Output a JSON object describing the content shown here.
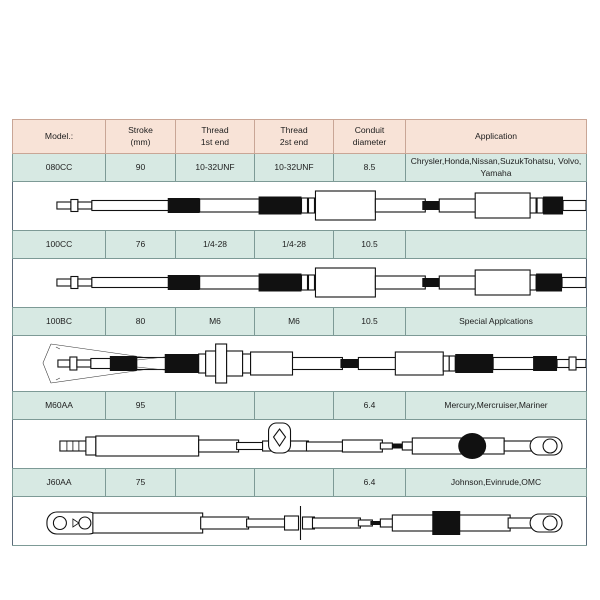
{
  "table": {
    "columns": [
      {
        "key": "model",
        "label": "Model.:",
        "label_line2": ""
      },
      {
        "key": "stroke",
        "label": "Stroke",
        "label_line2": "(mm)"
      },
      {
        "key": "thread1",
        "label": "Thread",
        "label_line2": "1st end"
      },
      {
        "key": "thread2",
        "label": "Thread",
        "label_line2": "2st end"
      },
      {
        "key": "conduit",
        "label": "Conduit",
        "label_line2": "diameter"
      },
      {
        "key": "application",
        "label": "Application",
        "label_line2": ""
      }
    ],
    "rows": [
      {
        "model": "080CC",
        "stroke": "90",
        "thread1": "10-32UNF",
        "thread2": "10-32UNF",
        "conduit": "8.5",
        "application": "Chrysler,Honda,Nissan,SuzukTohatsu, Volvo, Yamaha",
        "application_align": "left",
        "diagram": "cable-080cc"
      },
      {
        "model": "100CC",
        "stroke": "76",
        "thread1": "1/4-28",
        "thread2": "1/4-28",
        "conduit": "10.5",
        "application": "",
        "application_align": "left",
        "diagram": "cable-100cc"
      },
      {
        "model": "100BC",
        "stroke": "80",
        "thread1": "M6",
        "thread2": "M6",
        "conduit": "10.5",
        "application": "Special Applcations",
        "application_align": "left",
        "diagram": "cable-100bc"
      },
      {
        "model": "M60AA",
        "stroke": "95",
        "thread1": "",
        "thread2": "",
        "conduit": "6.4",
        "application": "Mercury,Mercruiser,Mariner",
        "application_align": "center",
        "diagram": "cable-m60aa"
      },
      {
        "model": "J60AA",
        "stroke": "75",
        "thread1": "",
        "thread2": "",
        "conduit": "6.4",
        "application": "Johnson,Evinrude,OMC",
        "application_align": "center",
        "diagram": "cable-j60aa"
      }
    ]
  },
  "colors": {
    "header_background": "#f8e3d7",
    "data_background": "#d7e9e3",
    "diagram_background": "#ffffff",
    "table_border": "#5b6a79",
    "cell_border": "#7d9a96",
    "page_background": "#ffffff",
    "diagram_ink": "#111111"
  }
}
